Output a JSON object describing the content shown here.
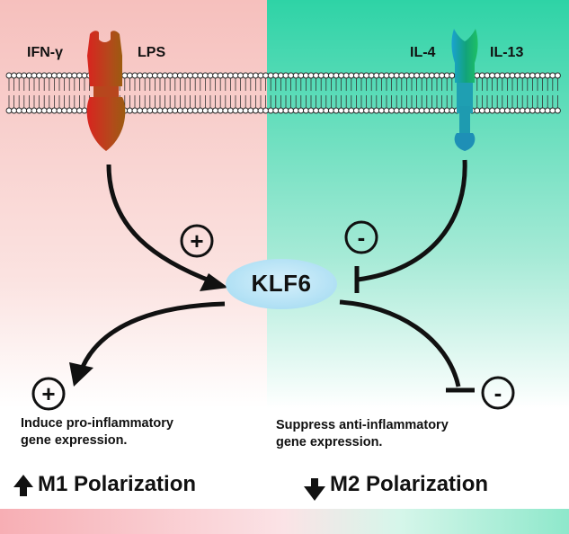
{
  "left_panel": {
    "ligand_left": "IFN-γ",
    "ligand_right": "LPS",
    "effect_sign": "+",
    "outcome_sign": "+",
    "outcome_text": "Induce pro-inflammatory\ngene expression.",
    "polarization": "M1 Polarization",
    "polarization_direction": "up",
    "receptor_color": "#b8461f",
    "background_color": "#f6c5c1"
  },
  "right_panel": {
    "ligand_left": "IL-4",
    "ligand_right": "IL-13",
    "effect_sign": "-",
    "outcome_sign": "-",
    "outcome_text": "Suppress  anti-inflammatory\ngene expression.",
    "polarization": "M2 Polarization",
    "polarization_direction": "down",
    "receptor_color": "#1f9a86",
    "background_color": "#33d4a6"
  },
  "center": {
    "label": "KLF6",
    "fill_color": "#bfe6f7"
  }
}
